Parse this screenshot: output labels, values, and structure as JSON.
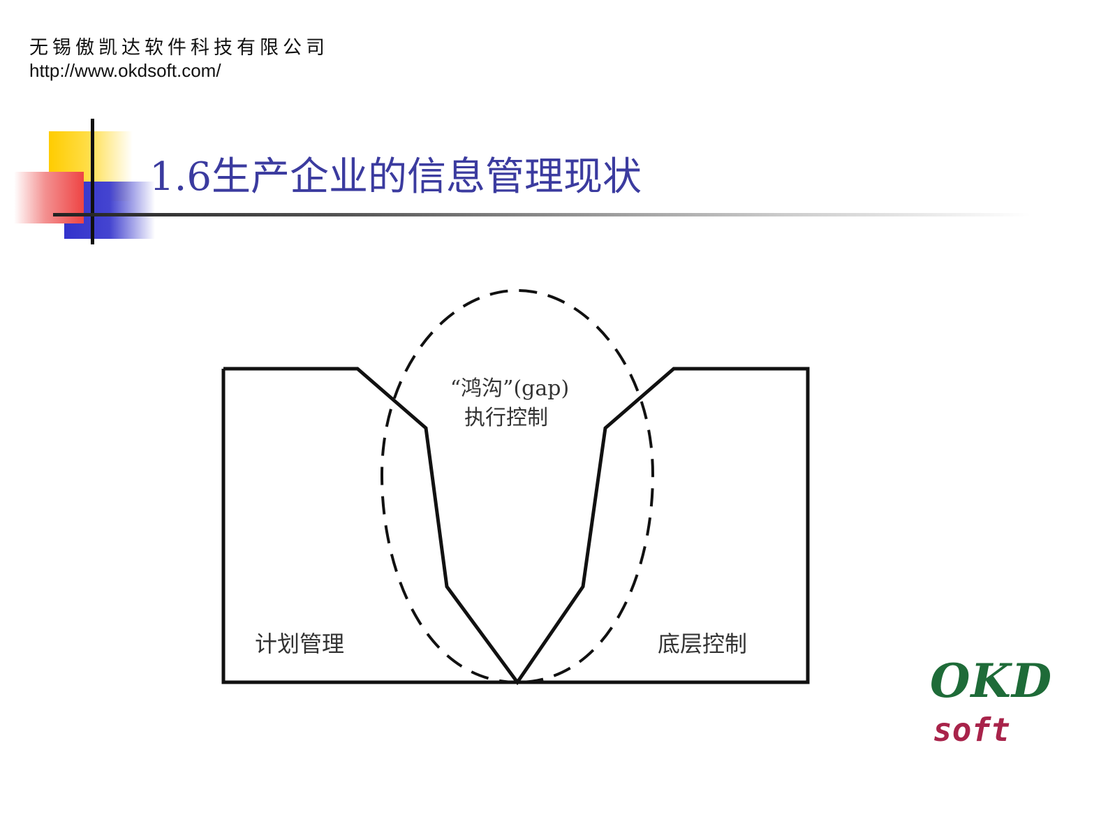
{
  "header": {
    "company_name": "无锡傲凯达软件科技有限公司",
    "url": "http://www.okdsoft.com/"
  },
  "slide": {
    "title": "1.6生产企业的信息管理现状"
  },
  "diagram": {
    "gap_label_line1": "“鸿沟”(gap)",
    "gap_label_line2": "执行控制",
    "left_label": "计划管理",
    "right_label": "底层控制"
  },
  "logo": {
    "okd": "OKD",
    "soft": "soft"
  },
  "colors": {
    "title": "#3b3b9f",
    "logo_okd": "#1e6b38",
    "logo_soft": "#a8234a",
    "deco_yellow": "#ffcc00",
    "deco_blue": "#3333cc",
    "deco_red": "#ee4444"
  }
}
